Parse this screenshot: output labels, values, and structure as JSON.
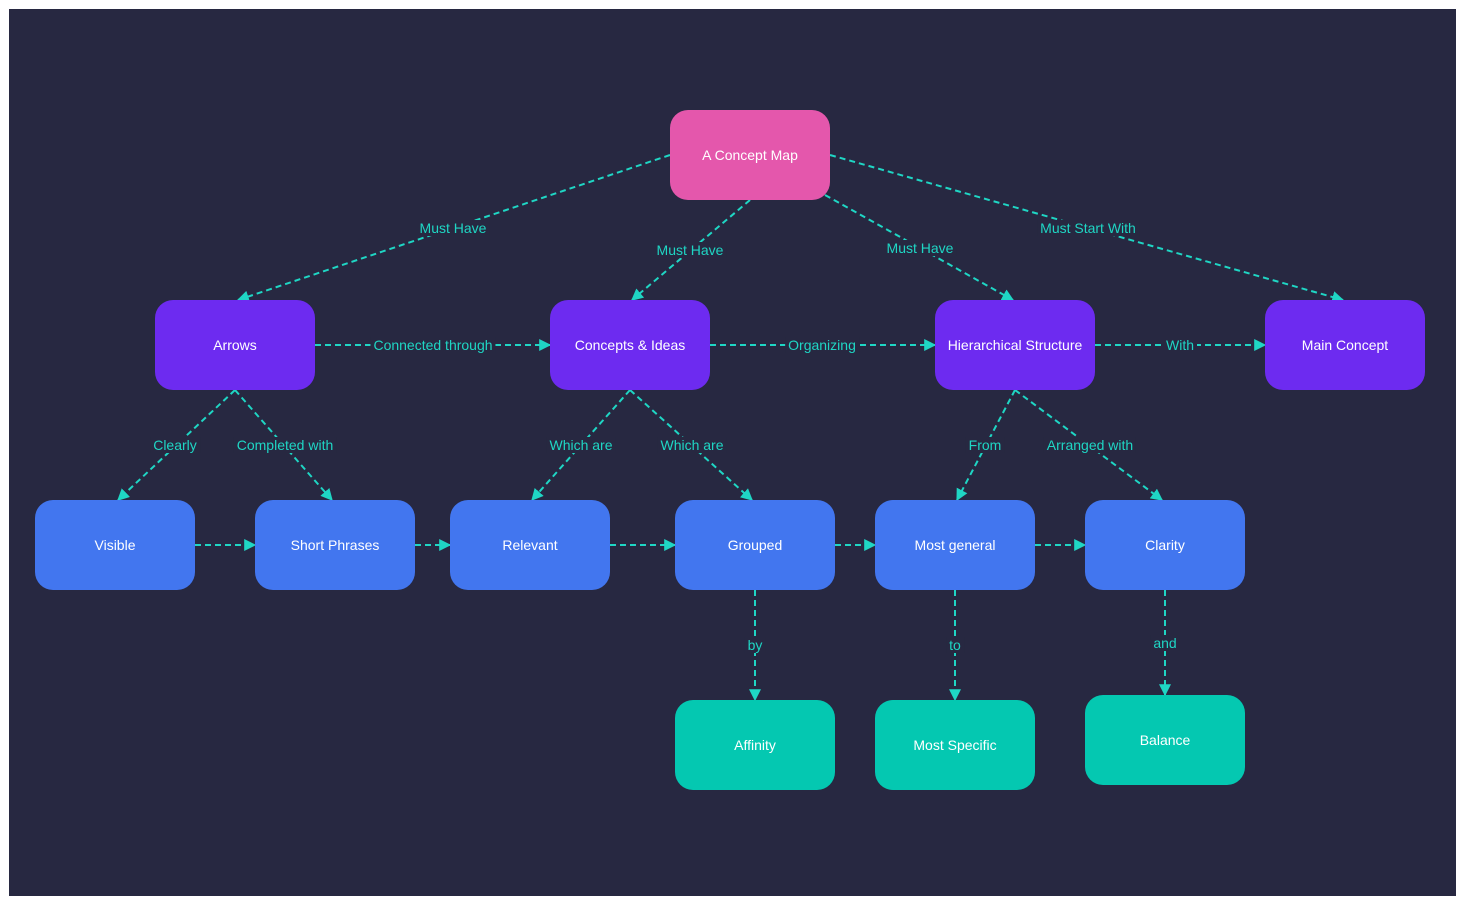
{
  "colors": {
    "background": "#272841",
    "root": "#e457ac",
    "level1": "#6d2bf0",
    "level2": "#4276ef",
    "leaf": "#04c8b1",
    "edge": "#1fd6c4"
  },
  "nodes": {
    "root": "A Concept Map",
    "arrows": "Arrows",
    "concepts": "Concepts & Ideas",
    "hierarchical": "Hierarchical Structure",
    "main_concept": "Main Concept",
    "visible": "Visible",
    "short_phrases": "Short Phrases",
    "relevant": "Relevant",
    "grouped": "Grouped",
    "most_general": "Most general",
    "clarity": "Clarity",
    "affinity": "Affinity",
    "most_specific": "Most Specific",
    "balance": "Balance"
  },
  "edges": [
    {
      "from": "root",
      "to": "arrows",
      "label": "Must Have"
    },
    {
      "from": "root",
      "to": "concepts",
      "label": "Must Have"
    },
    {
      "from": "root",
      "to": "hierarchical",
      "label": "Must Have"
    },
    {
      "from": "root",
      "to": "main_concept",
      "label": "Must Start With"
    },
    {
      "from": "arrows",
      "to": "concepts",
      "label": "Connected through"
    },
    {
      "from": "concepts",
      "to": "hierarchical",
      "label": "Organizing"
    },
    {
      "from": "hierarchical",
      "to": "main_concept",
      "label": "With"
    },
    {
      "from": "arrows",
      "to": "visible",
      "label": "Clearly"
    },
    {
      "from": "arrows",
      "to": "short_phrases",
      "label": "Completed with"
    },
    {
      "from": "concepts",
      "to": "relevant",
      "label": "Which are"
    },
    {
      "from": "concepts",
      "to": "grouped",
      "label": "Which are"
    },
    {
      "from": "hierarchical",
      "to": "most_general",
      "label": "From"
    },
    {
      "from": "hierarchical",
      "to": "clarity",
      "label": "Arranged with"
    },
    {
      "from": "visible",
      "to": "short_phrases",
      "label": ""
    },
    {
      "from": "short_phrases",
      "to": "relevant",
      "label": ""
    },
    {
      "from": "relevant",
      "to": "grouped",
      "label": ""
    },
    {
      "from": "grouped",
      "to": "most_general",
      "label": ""
    },
    {
      "from": "most_general",
      "to": "clarity",
      "label": ""
    },
    {
      "from": "grouped",
      "to": "affinity",
      "label": "by"
    },
    {
      "from": "most_general",
      "to": "most_specific",
      "label": "to"
    },
    {
      "from": "clarity",
      "to": "balance",
      "label": "and"
    }
  ]
}
